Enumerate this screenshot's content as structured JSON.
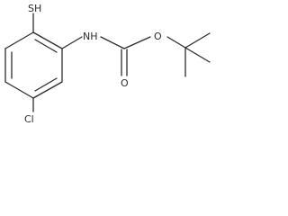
{
  "molecule": {
    "atoms": {
      "thiol": "SH",
      "amine": "NH",
      "ester_oxygen": "O",
      "carbonyl_oxygen": "O",
      "chlorine": "Cl"
    },
    "colors": {
      "bond": "#2b2b2b",
      "label": "#2b2b2b",
      "background": "#ffffff"
    }
  }
}
